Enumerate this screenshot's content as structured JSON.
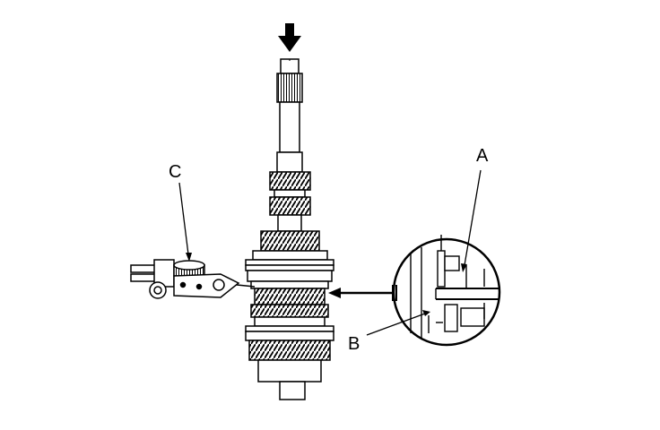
{
  "diagram": {
    "callouts": {
      "a": "A",
      "b": "B",
      "c": "C"
    },
    "colors": {
      "line": "#000000",
      "fill": "#ffffff",
      "gear_teeth": "#000000"
    }
  }
}
